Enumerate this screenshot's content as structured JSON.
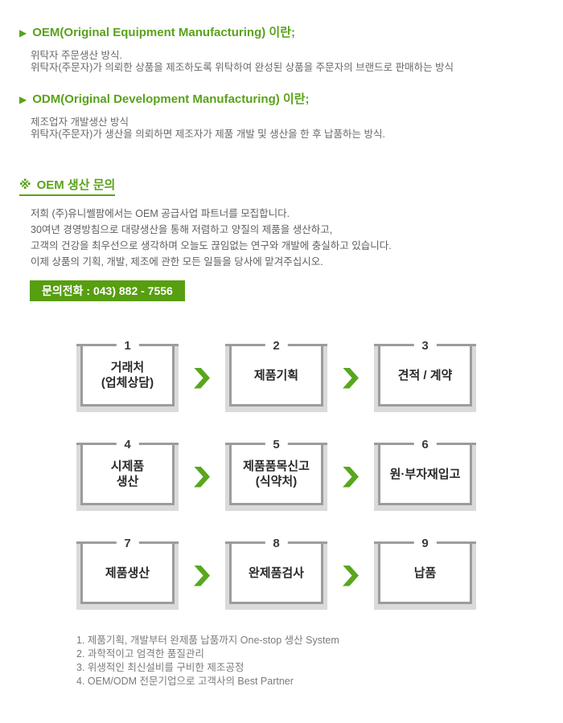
{
  "icons": {
    "arrow": "▶",
    "marker": "※"
  },
  "colors": {
    "green": "#5aa21a",
    "chevron": "#58a71e",
    "button_bg": "#579e10"
  },
  "oem_section": {
    "heading": "OEM(Original Equipment Manufacturing) 이란;",
    "line1": "위탁자 주문생산 방식.",
    "line2": "위탁자(주문자)가 의뢰한 상품을 제조하도록 위탁하여 완성된 상품을 주문자의 브랜드로 판매하는 방식"
  },
  "odm_section": {
    "heading": "ODM(Original Development Manufacturing) 이란;",
    "line1": "제조업자 개발생산 방식",
    "line2": "위탁자(주문자)가 생산을 의뢰하면 제조자가 제품 개발 및 생산을 한 후 납품하는 방식."
  },
  "inquiry_section": {
    "heading": "OEM 생산 문의",
    "line1": "저희 (주)유니쎌팜에서는 OEM 공급사업 파트너를 모집합니다.",
    "line2": "30여년 경영방침으로 대량생산을 통해 저렴하고 양질의 제품을 생산하고,",
    "line3": "고객의 건강을 최우선으로 생각하며 오늘도 끊임없는 연구와 개발에 충실하고 있습니다.",
    "line4": "이제 상품의 기획, 개발, 제조에 관한 모든 일들을 당사에 맡겨주십시오.",
    "phone_button": "문의전화 :  043) 882 - 7556"
  },
  "flow": {
    "steps": [
      {
        "num": "1",
        "line1": "거래처",
        "line2": "(업체상담)"
      },
      {
        "num": "2",
        "line1": "제품기획"
      },
      {
        "num": "3",
        "line1": "견적 / 계약"
      },
      {
        "num": "4",
        "line1": "시제품",
        "line2": "생산"
      },
      {
        "num": "5",
        "line1": "제품품목신고",
        "line2": "(식약처)"
      },
      {
        "num": "6",
        "line1": "원·부자재입고"
      },
      {
        "num": "7",
        "line1": "제품생산"
      },
      {
        "num": "8",
        "line1": "완제품검사"
      },
      {
        "num": "9",
        "line1": "납품"
      }
    ]
  },
  "footer_notes": [
    "1. 제품기획, 개발부터 완제품 납품까지 One-stop 생산 System",
    "2. 과학적이고 엄격한 품질관리",
    "3. 위생적인 최신설비를 구비한 제조공정",
    "4. OEM/ODM 전문기업으로 고객사의 Best Partner"
  ]
}
